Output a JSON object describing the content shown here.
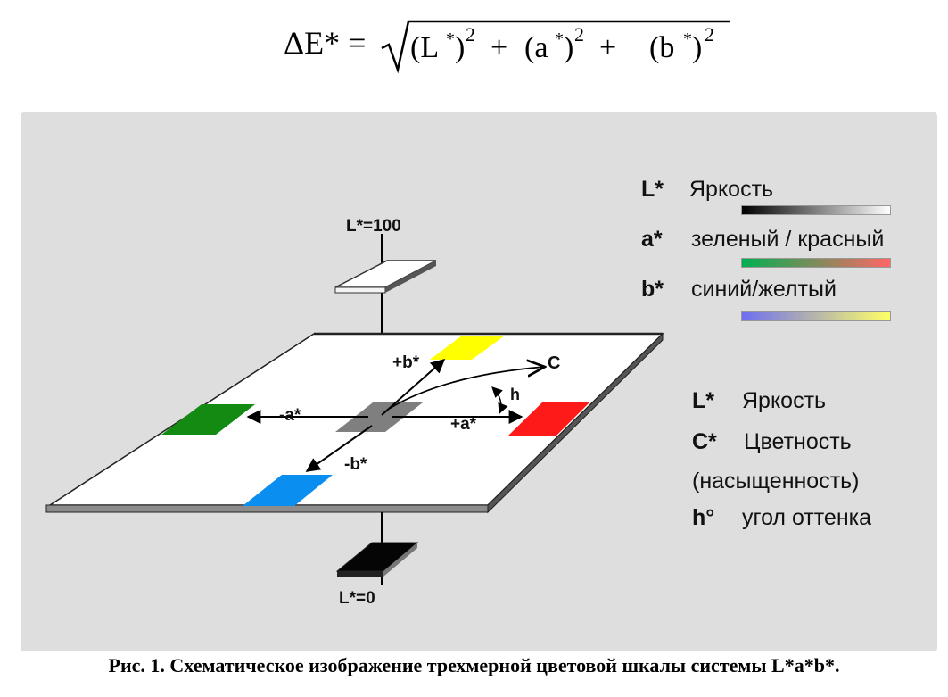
{
  "formula": {
    "lhs": "ΔE* =",
    "t1_open": "(L",
    "t2_open": "(a",
    "t3_open": "(b",
    "star": "*",
    "close": ")",
    "exponent": "2",
    "plus": "+"
  },
  "axis_labels": {
    "l_top": "L*=100",
    "l_bottom": "L*=0",
    "plus_b": "+b*",
    "minus_b": "-b*",
    "plus_a": "+a*",
    "minus_a": "-a*",
    "c": "C",
    "h": "h"
  },
  "legend_top": [
    {
      "symbol": "L*",
      "text": "Яркость",
      "gradient": [
        "#000000",
        "#ffffff"
      ]
    },
    {
      "symbol": "a*",
      "text": "зеленый / красный",
      "gradient": [
        "#00b050",
        "#ff6666"
      ]
    },
    {
      "symbol": "b*",
      "text": "синий/желтый",
      "gradient": [
        "#6e6ef0",
        "#ffff66"
      ]
    }
  ],
  "legend_bottom": [
    {
      "symbol": "L*",
      "text": "Яркость"
    },
    {
      "symbol": "C*",
      "text": "Цветность"
    },
    {
      "symbol": "",
      "text": "(насыщенность)"
    },
    {
      "symbol": "h°",
      "text": "угол оттенка"
    }
  ],
  "colors": {
    "green": "#138a12",
    "blue": "#0a8ef0",
    "yellow": "#ffff00",
    "red": "#ff1a1a",
    "gray": "#7f7f7f",
    "black": "#050505",
    "panel": "#dedede"
  },
  "caption": "Рис. 1. Схематическое изображение трехмерной цветовой шкалы системы L*a*b*."
}
